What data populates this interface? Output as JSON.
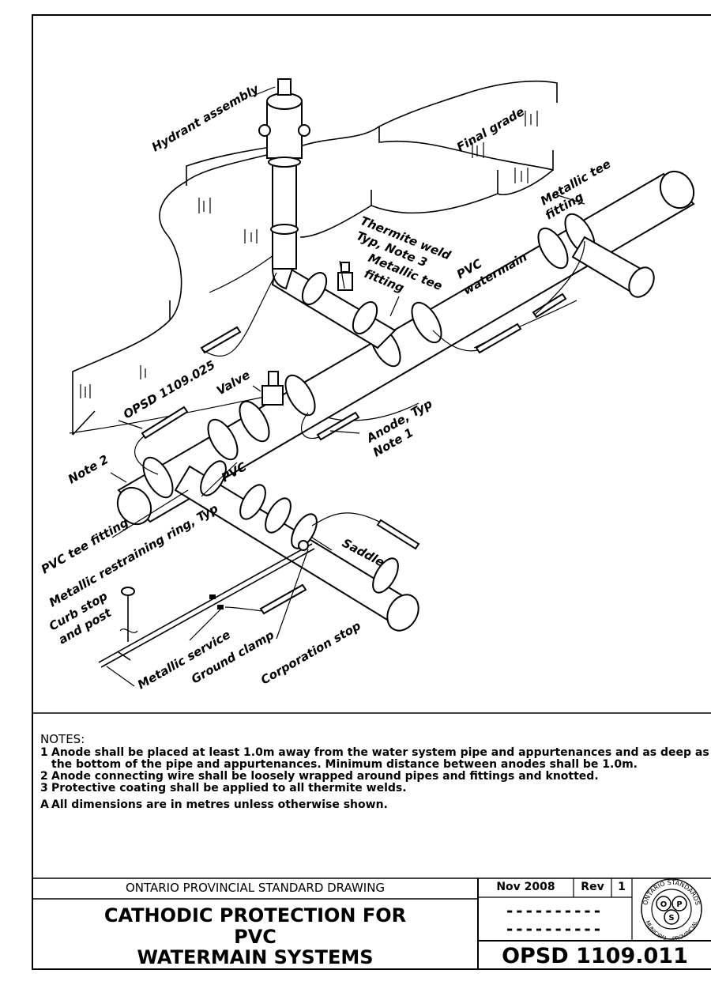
{
  "drawing": {
    "labels": {
      "hydrant_assembly": "Hydrant assembly",
      "final_grade": "Final grade",
      "thermite_weld_1": "Thermite weld",
      "thermite_weld_2": "Typ, Note 3",
      "metallic_tee_fitting_1": "Metallic tee",
      "metallic_tee_fitting_2": "fitting",
      "metallic_tee_fitting_right_1": "Metallic tee",
      "metallic_tee_fitting_right_2": "fitting",
      "pvc_watermain_1": "PVC",
      "pvc_watermain_2": "watermain",
      "opsd_ref": "OPSD 1109.025",
      "valve": "Valve",
      "anode_1": "Anode, Typ",
      "anode_2": "Note 1",
      "note_2": "Note 2",
      "pvc": "PVC",
      "pvc_tee_fitting": "PVC tee fitting",
      "metallic_restraining_ring": "Metallic restraining ring, Typ",
      "saddle": "Saddle",
      "curb_stop_1": "Curb stop",
      "curb_stop_2": "and post",
      "metallic_service": "Metallic service",
      "ground_clamp": "Ground clamp",
      "corporation_stop": "Corporation stop"
    }
  },
  "notes": {
    "heading": "NOTES:",
    "items": [
      {
        "num": "1",
        "text": "Anode shall be placed at least 1.0m away from the water system pipe and appurtenances and as deep as the bottom of the pipe and appurtenances. Minimum distance between anodes shall be 1.0m."
      },
      {
        "num": "2",
        "text": "Anode connecting wire shall be loosely wrapped around pipes and fittings and knotted."
      },
      {
        "num": "3",
        "text": "Protective coating shall be applied to all thermite welds."
      },
      {
        "num": "A",
        "text": "All dimensions are in metres unless otherwise shown."
      }
    ]
  },
  "title_block": {
    "header": "ONTARIO PROVINCIAL STANDARD DRAWING",
    "title_line_1": "CATHODIC PROTECTION FOR",
    "title_line_2": "PVC",
    "title_line_3": "WATERMAIN SYSTEMS",
    "date": "Nov 2008",
    "rev_label": "Rev",
    "rev_value": "1",
    "dashes_1": "----------",
    "dashes_2": "----------",
    "drawing_number": "OPSD 1109.011",
    "seal_text_top": "ONTARIO STANDARDS",
    "seal_text_bottom": "MUNICIPAL - PROVINCIAL",
    "seal_letters": "OPS"
  }
}
